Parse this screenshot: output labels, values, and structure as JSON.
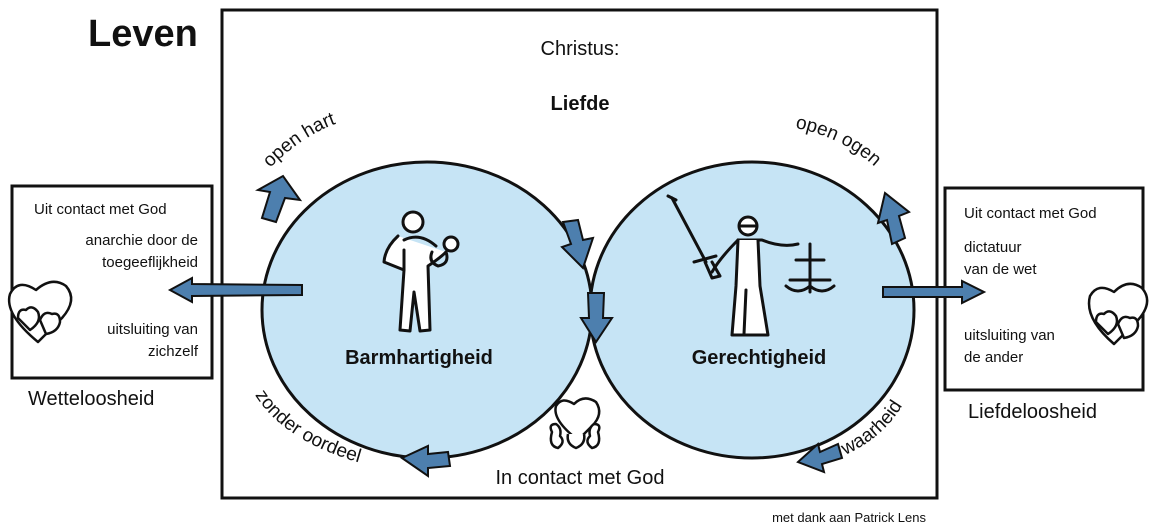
{
  "title": "Leven",
  "center": {
    "heading": "Christus:",
    "subheading": "Liefde",
    "bottom_label": "In contact met God"
  },
  "left_circle": {
    "name": "Barmhartigheid",
    "top_arc_label": "open hart",
    "bottom_arc_label": "zonder oordeel",
    "icon": "person-carrying-child-icon"
  },
  "right_circle": {
    "name": "Gerechtigheid",
    "top_arc_label": "open ogen",
    "bottom_arc_label": "waarheid",
    "icon": "lady-justice-icon"
  },
  "left_box": {
    "line1": "Uit contact met God",
    "line2": "anarchie door de",
    "line3": "toegeeflijkheid",
    "line4": "uitsluiting van",
    "line5": "zichzelf",
    "caption": "Wetteloosheid",
    "icon": "broken-hearts-icon"
  },
  "right_box": {
    "line1": "Uit contact met God",
    "line2": "dictatuur",
    "line3": "van de wet",
    "line4": "uitsluiting van",
    "line5": "de ander",
    "caption": "Liefdeloosheid",
    "icon": "broken-hearts-icon"
  },
  "center_icon": "hearts-with-hands-icon",
  "credit": "met dank aan Patrick Lens",
  "colors": {
    "circle_fill": "#c6e4f5",
    "arrow_fill": "#4d7fae",
    "stroke": "#111111"
  }
}
